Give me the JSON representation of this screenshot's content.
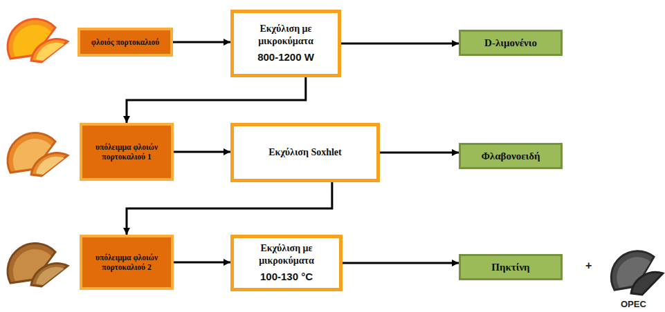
{
  "diagram": {
    "nodes": [
      {
        "text": [
          "φλοιός πορτοκαλιού"
        ]
      },
      {
        "text": [
          "Εκχύλιση με μικροκύματα",
          "800-1200 W"
        ]
      },
      {
        "text": [
          "D-λιμονένιο"
        ]
      },
      {
        "text": [
          "υπόλειμμα φλοιών πορτοκαλιού 1"
        ]
      },
      {
        "text": [
          "Εκχύλιση Soxhlet"
        ]
      },
      {
        "text": [
          "Φλαβονοειδή"
        ]
      },
      {
        "text": [
          "υπόλειμμα φλοιών πορτοκαλιού 2"
        ]
      },
      {
        "text": [
          "Εκχύλιση με μικροκύματα",
          "100-130 °C"
        ]
      },
      {
        "text": [
          "Πηκτίνη"
        ]
      }
    ],
    "edges": [
      {
        "from": 0,
        "to": 1,
        "arrow": "to"
      },
      {
        "from": 1,
        "to": 2,
        "arrow": "to"
      },
      {
        "from": 1,
        "to": 3,
        "arrow": "to"
      },
      {
        "from": 3,
        "to": 4,
        "arrow": "to"
      },
      {
        "from": 4,
        "to": 5,
        "arrow": "to"
      },
      {
        "from": 4,
        "to": 6,
        "arrow": "to"
      },
      {
        "from": 6,
        "to": 7,
        "arrow": "to"
      },
      {
        "from": 7,
        "to": 8,
        "arrow": "to"
      }
    ],
    "labels": [
      "+",
      "OPEC"
    ]
  }
}
